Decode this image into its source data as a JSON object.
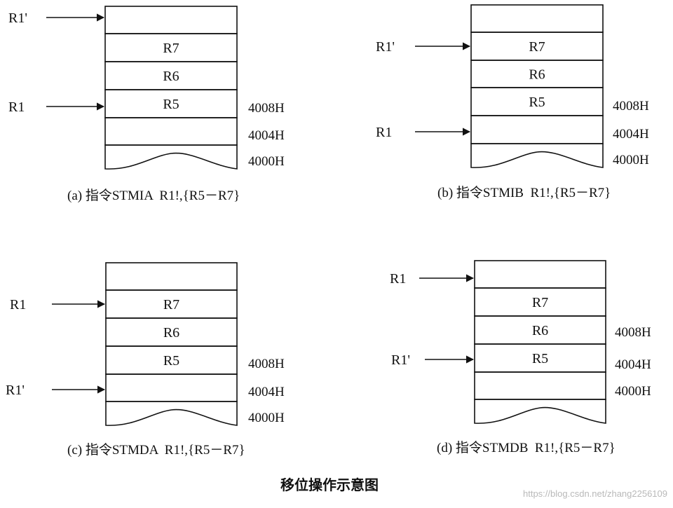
{
  "title": "移位操作示意图",
  "watermark": "https://blog.csdn.net/zhang2256109",
  "colors": {
    "ink": "#111111",
    "background": "#ffffff",
    "watermark": "#b9b9b9"
  },
  "panels": [
    {
      "caption": "(a) 指令STMIA  R1!,{R5－R7}",
      "cells": [
        "",
        "R7",
        "R6",
        "R5",
        "",
        ""
      ],
      "addresses": [
        "4008H",
        "4004H",
        "4000H"
      ],
      "pointers": [
        "R1'",
        "R1"
      ]
    },
    {
      "caption": "(b) 指令STMIB  R1!,{R5－R7}",
      "cells": [
        "",
        "R7",
        "R6",
        "R5",
        "",
        ""
      ],
      "addresses": [
        "4008H",
        "4004H",
        "4000H"
      ],
      "pointers": [
        "R1'",
        "R1"
      ]
    },
    {
      "caption": "(c) 指令STMDA  R1!,{R5－R7}",
      "cells": [
        "",
        "R7",
        "R6",
        "R5",
        "",
        ""
      ],
      "addresses": [
        "4008H",
        "4004H",
        "4000H"
      ],
      "pointers": [
        "R1",
        "R1'"
      ]
    },
    {
      "caption": "(d) 指令STMDB  R1!,{R5－R7}",
      "cells": [
        "",
        "R7",
        "R6",
        "R5",
        "",
        ""
      ],
      "addresses": [
        "4008H",
        "4004H",
        "4000H"
      ],
      "pointers": [
        "R1",
        "R1'"
      ]
    }
  ]
}
